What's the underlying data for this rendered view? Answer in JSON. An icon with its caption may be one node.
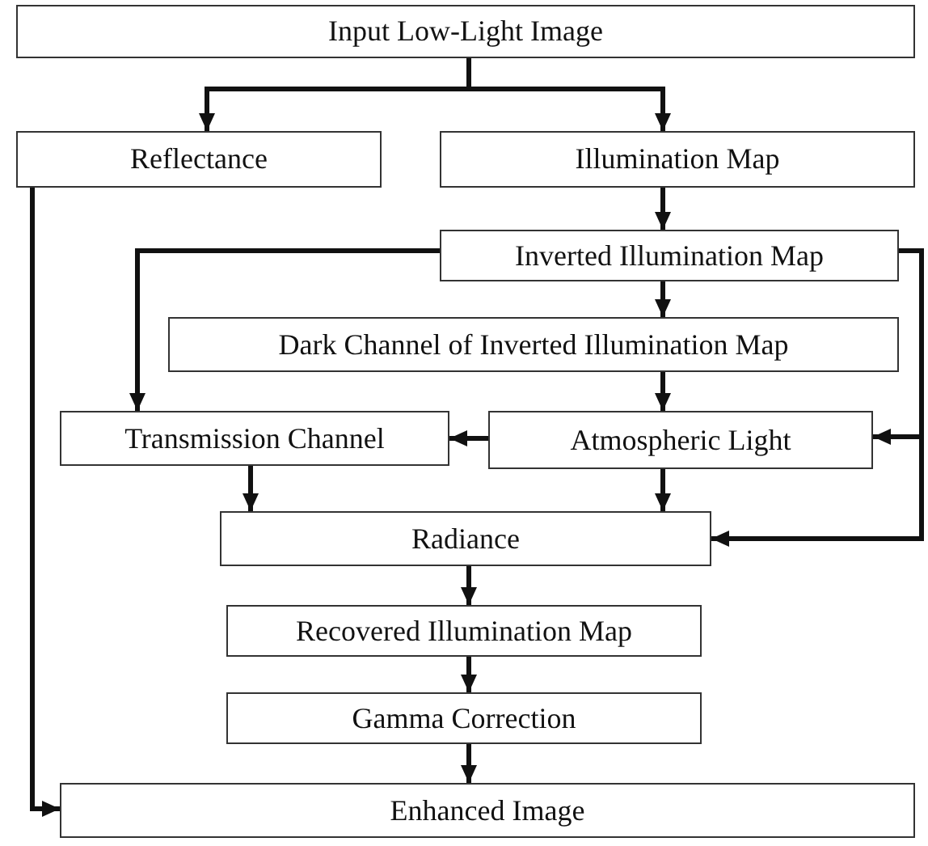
{
  "diagram": {
    "nodes": [
      {
        "text": [
          "Input Low-Light Image"
        ]
      },
      {
        "text": [
          "Reflectance"
        ]
      },
      {
        "text": [
          "Illumination Map"
        ]
      },
      {
        "text": [
          "Inverted Illumination Map"
        ]
      },
      {
        "text": [
          "Dark Channel of Inverted Illumination Map"
        ]
      },
      {
        "text": [
          "Transmission Channel"
        ]
      },
      {
        "text": [
          "Atmospheric Light"
        ]
      },
      {
        "text": [
          "Radiance"
        ]
      },
      {
        "text": [
          "Recovered Illumination Map"
        ]
      },
      {
        "text": [
          "Gamma Correction"
        ]
      },
      {
        "text": [
          "Enhanced Image"
        ]
      }
    ],
    "edges": [
      {
        "from": 0,
        "to": 1,
        "arrow": "to"
      },
      {
        "from": 0,
        "to": 2,
        "arrow": "to"
      },
      {
        "from": 2,
        "to": 3,
        "arrow": "to"
      },
      {
        "from": 3,
        "to": 5,
        "arrow": "to"
      },
      {
        "from": 3,
        "to": 4,
        "arrow": "to"
      },
      {
        "from": 3,
        "to": 6,
        "arrow": "to"
      },
      {
        "from": 3,
        "to": 7,
        "arrow": "to"
      },
      {
        "from": 4,
        "to": 6,
        "arrow": "to"
      },
      {
        "from": 6,
        "to": 5,
        "arrow": "to"
      },
      {
        "from": 5,
        "to": 7,
        "arrow": "to"
      },
      {
        "from": 6,
        "to": 7,
        "arrow": "to"
      },
      {
        "from": 7,
        "to": 8,
        "arrow": "to"
      },
      {
        "from": 8,
        "to": 9,
        "arrow": "to"
      },
      {
        "from": 9,
        "to": 10,
        "arrow": "to"
      },
      {
        "from": 1,
        "to": 10,
        "arrow": "to"
      }
    ]
  }
}
